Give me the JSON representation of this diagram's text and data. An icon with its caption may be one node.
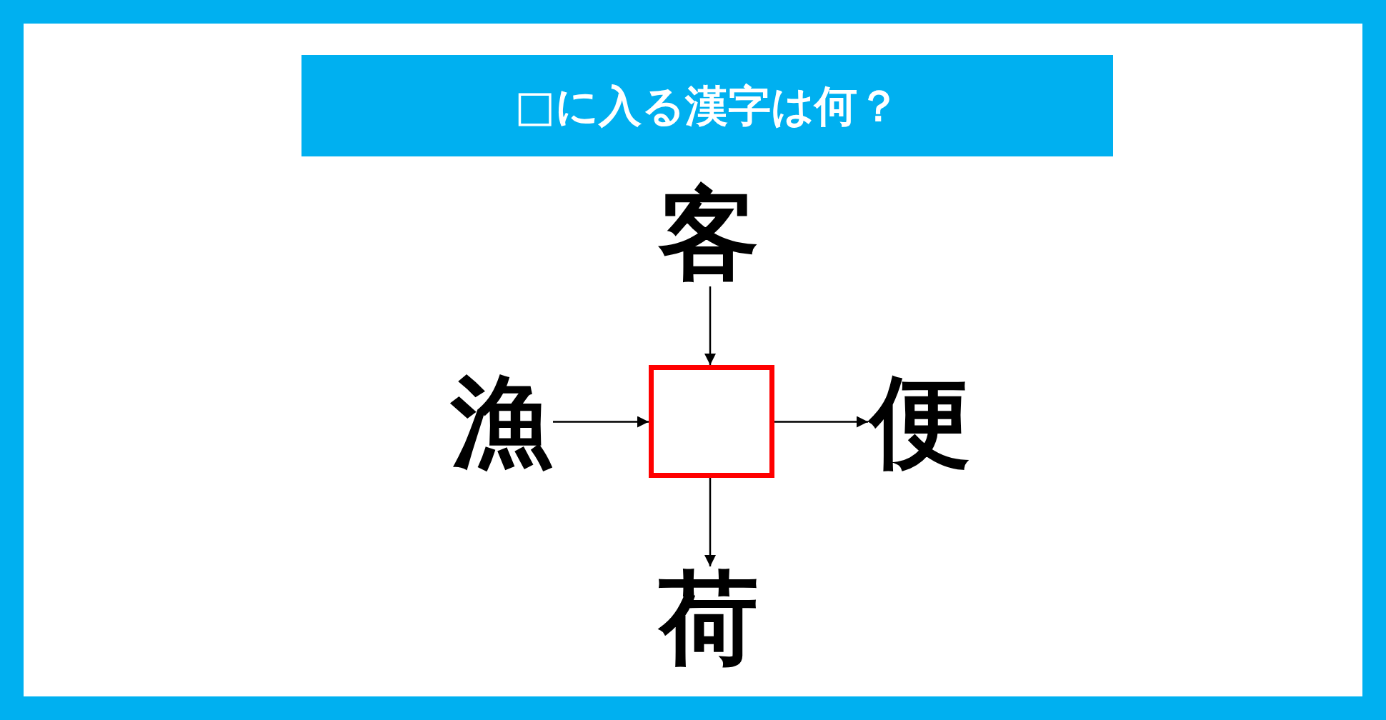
{
  "diagram": {
    "title": "□に入る漢字は何？",
    "nodes": [
      {
        "text": [
          "客"
        ]
      },
      {
        "text": [
          "漁"
        ]
      },
      {
        "text": [],
        "shape": "box"
      },
      {
        "text": [
          "便"
        ]
      },
      {
        "text": [
          "荷"
        ]
      }
    ],
    "edges": [
      {
        "from": 0,
        "to": 2,
        "arrow": "to"
      },
      {
        "from": 1,
        "to": 2,
        "arrow": "to"
      },
      {
        "from": 2,
        "to": 3,
        "arrow": "to"
      },
      {
        "from": 2,
        "to": 4,
        "arrow": "to"
      }
    ]
  }
}
